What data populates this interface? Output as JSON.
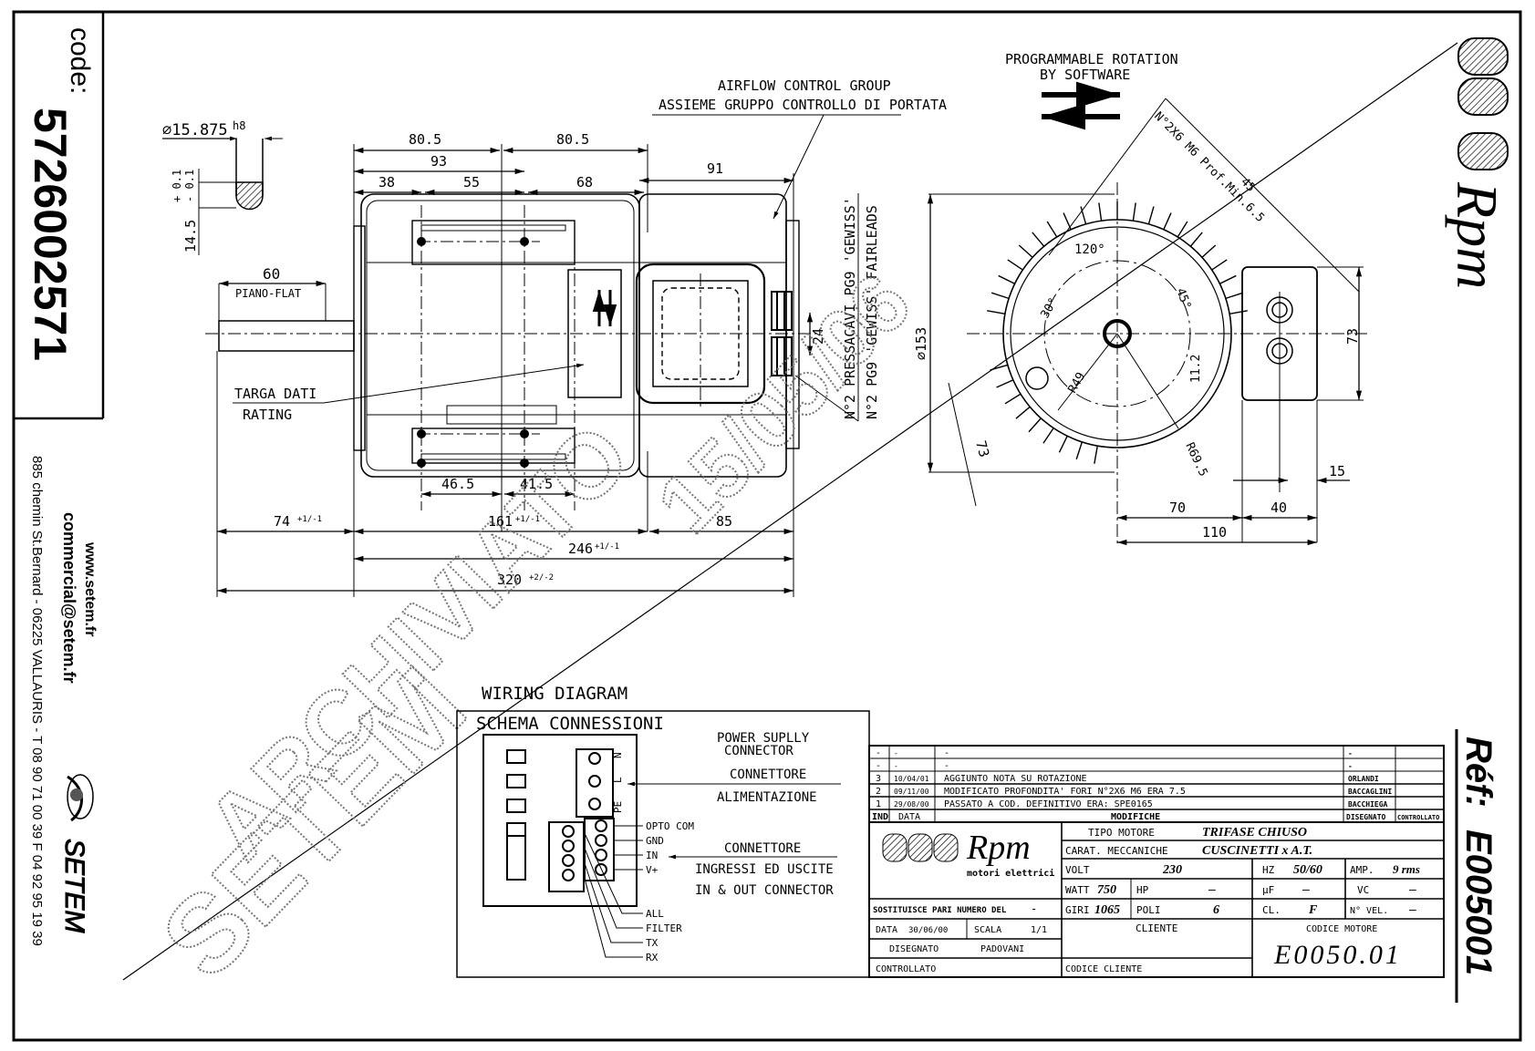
{
  "sidebar": {
    "code_label": "code:",
    "code_value": "5726002571",
    "website": "www.setem.fr",
    "email": "commercial@setem.fr",
    "address": "885 chemin St.Bernard  -  06225 VALLAURIS  -  T 08 90 71 00 39   F 04 92 95 19 39",
    "brand": "SETEM"
  },
  "brand_right": {
    "logo_text": "Rpm",
    "ref_label": "Réf:",
    "ref_value": "E005001"
  },
  "side_view": {
    "shaft_diameter": "⌀15.875",
    "shaft_tolerance_class": "h8",
    "flat_depth": "14.5",
    "flat_tol_upper": "+ 0.1",
    "flat_tol_lower": "- 0.1",
    "flat_length": "60",
    "flat_label": "PIANO-FLAT",
    "dim_top_left": "80.5",
    "dim_top_right": "80.5",
    "dim_93": "93",
    "dim_38": "38",
    "dim_55": "55",
    "dim_68": "68",
    "dim_91": "91",
    "dim_24": "24",
    "dim_46_5": "46.5",
    "dim_41_5": "41.5",
    "dim_74": "74",
    "dim_74_tol": "+1/-1",
    "dim_161": "161",
    "dim_161_tol": "+1/-1",
    "dim_85": "85",
    "dim_246": "246",
    "dim_246_tol": "+1/-1",
    "dim_320": "320",
    "dim_320_tol": "+2/-2",
    "rating_label_it": "TARGA DATI",
    "rating_label_en": "RATING",
    "airflow_label_en": "AIRFLOW CONTROL GROUP",
    "airflow_label_it": "ASSIEME GRUPPO CONTROLLO DI PORTATA",
    "glands_it": "N°2 PRESSACAVI PG9 'GEWISS'",
    "glands_en": "N°2 PG9 'GEWISS' FAIRLEADS"
  },
  "front_view": {
    "rotation_line1": "PROGRAMMABLE ROTATION",
    "rotation_line2": "BY SOFTWARE",
    "holes_note": "N°2X6 M6 Prof.Min.6.5",
    "dim_45": "45",
    "angle_120": "120°",
    "angle_45": "45°",
    "angle_30": "30°",
    "dia_153": "⌀153",
    "dim_73_right": "73",
    "dim_73_left": "73",
    "r49": "R49",
    "r69_5": "R69.5",
    "dim_11_2": "11.2",
    "dim_15": "15",
    "dim_70": "70",
    "dim_40": "40",
    "dim_110": "110"
  },
  "wiring": {
    "title_en": "WIRING DIAGRAM",
    "title_it": "SCHEMA CONNESSIONI",
    "power_en_1": "POWER SUPLLY",
    "power_en_2": "CONNECTOR",
    "power_it_1": "CONNETTORE",
    "power_it_2": "ALIMENTAZIONE",
    "io_it_1": "CONNETTORE",
    "io_it_2": "INGRESSI ED USCITE",
    "io_en": "IN & OUT CONNECTOR",
    "power_pins": [
      "N",
      "L",
      "PE"
    ],
    "io_pins_right": [
      "OPTO COM",
      "GND",
      "IN",
      "V+"
    ],
    "io_pins_left": [
      "ALL",
      "FILTER",
      "TX",
      "RX"
    ]
  },
  "revisions": {
    "rows": [
      {
        "ind": "-",
        "date": "-",
        "desc": "-",
        "drawn": "-",
        "checked": ""
      },
      {
        "ind": "-",
        "date": "-",
        "desc": "-",
        "drawn": "-",
        "checked": ""
      },
      {
        "ind": "3",
        "date": "10/04/01",
        "desc": "AGGIUNTO NOTA SU ROTAZIONE",
        "drawn": "ORLANDI",
        "checked": ""
      },
      {
        "ind": "2",
        "date": "09/11/00",
        "desc": "MODIFICATO PROFONDITA' FORI N°2X6 M6 ERA 7.5",
        "drawn": "BACCAGLINI",
        "checked": ""
      },
      {
        "ind": "1",
        "date": "29/08/00",
        "desc": "PASSATO A COD. DEFINITIVO ERA: SPE0165",
        "drawn": "BACCHIEGA",
        "checked": ""
      }
    ],
    "header": {
      "ind": "IND",
      "date": "DATA",
      "desc": "MODIFICHE",
      "drawn": "DISEGNATO",
      "checked": "CONTROLLATO"
    }
  },
  "title_block": {
    "logo": "Rpm",
    "logo_sub": "motori elettrici",
    "tipo_motore_label": "TIPO MOTORE",
    "tipo_motore_value": "TRIFASE CHIUSO",
    "carat_label": "CARAT. MECCANICHE",
    "carat_value": "CUSCINETTI x A.T.",
    "volt_label": "VOLT",
    "volt_value": "230",
    "hz_label": "HZ",
    "hz_value": "50/60",
    "amp_label": "AMP.",
    "amp_value": "9 rms",
    "watt_label": "WATT",
    "watt_value": "750",
    "hp_label": "HP",
    "hp_value": "–",
    "uf_label": "µF",
    "uf_value": "–",
    "vc_label": "VC",
    "vc_value": "–",
    "giri_label": "GIRI",
    "giri_value": "1065",
    "poli_label": "POLI",
    "poli_value": "6",
    "cl_label": "CL.",
    "cl_value": "F",
    "nvel_label": "N° VEL.",
    "nvel_value": "–",
    "sostituisce_label": "SOSTITUISCE PARI NUMERO DEL",
    "sostituisce_value": "-",
    "data_label": "DATA",
    "data_value": "30/06/00",
    "scala_label": "SCALA",
    "scala_value": "1/1",
    "disegnato_label": "DISEGNATO",
    "disegnato_value": "PADOVANI",
    "controllato_label": "CONTROLLATO",
    "cliente_label": "CLIENTE",
    "codice_cliente_label": "CODICE CLIENTE",
    "codice_motore_label": "CODICE MOTORE",
    "codice_motore_value": "E0050.01"
  },
  "watermark": {
    "line1": "ARCHIVIATO",
    "line2": "SETEM",
    "line3": "15/05/06"
  }
}
